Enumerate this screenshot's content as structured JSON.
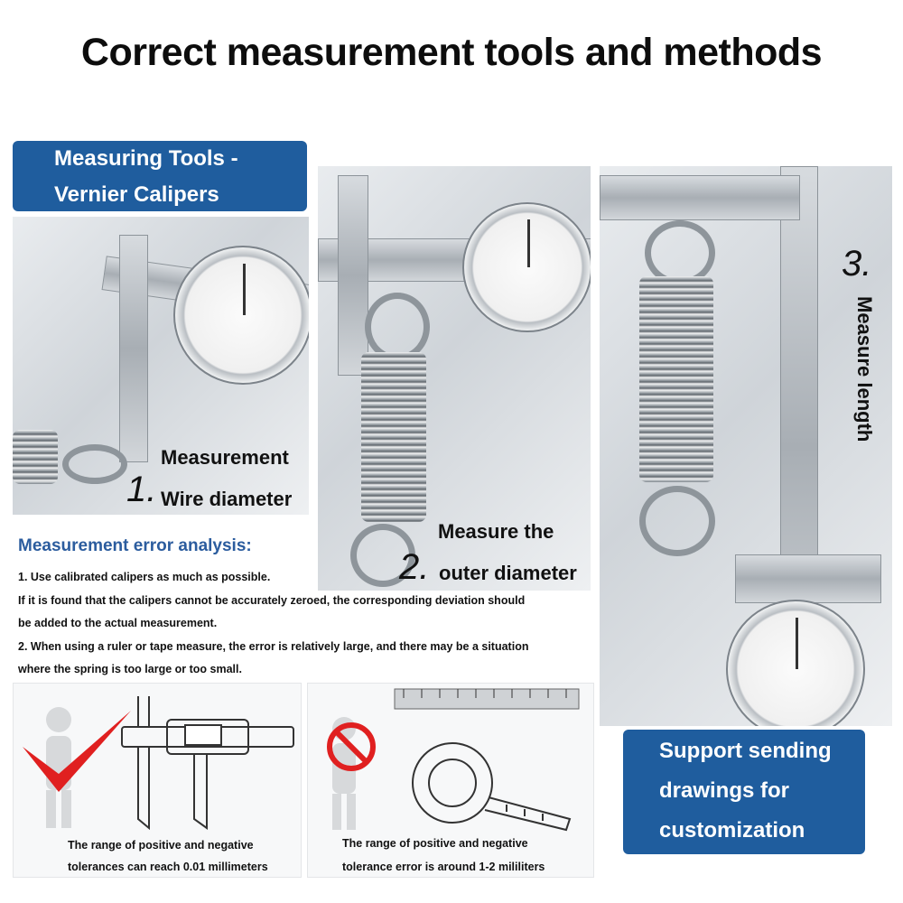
{
  "title": "Correct measurement tools and methods",
  "tools_box": {
    "line1": "Measuring Tools -",
    "line2": "Vernier Calipers"
  },
  "step1": {
    "number": "1.",
    "line1": "Measurement",
    "line2": "Wire diameter"
  },
  "step2": {
    "number": "2.",
    "line1": "Measure the",
    "line2": "outer diameter"
  },
  "step3": {
    "number": "3.",
    "label": "Measure length"
  },
  "error_analysis": {
    "heading": "Measurement error analysis:",
    "lines": [
      "1. Use calibrated calipers as much as possible.",
      "If it is found that the calipers cannot be accurately zeroed, the corresponding deviation should",
      "be added to the actual measurement.",
      "2. When using a ruler or tape measure, the error is relatively large, and there may be a situation",
      "where the spring is too large or too small."
    ]
  },
  "left_panel": {
    "line1": "The range of positive and negative",
    "line2": "tolerances can reach 0.01 millimeters"
  },
  "right_panel": {
    "line1": "The range of positive and negative",
    "line2": "tolerance error is around 1-2 mililiters"
  },
  "support_box": {
    "line1": "Support sending",
    "line2": "drawings for",
    "line3": "customization"
  },
  "colors": {
    "brand_blue": "#1f5d9e",
    "heading_blue": "#2b5c9e",
    "check_red": "#e02020"
  },
  "icons": [
    "check-mark-icon",
    "no-sign-icon",
    "caliper-icon",
    "tape-measure-icon",
    "ruler-icon"
  ]
}
